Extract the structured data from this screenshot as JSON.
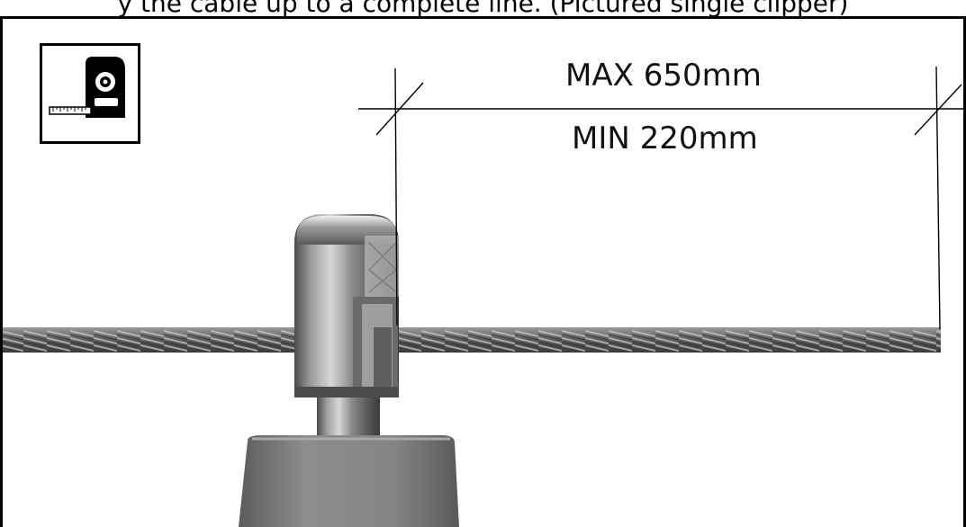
{
  "caption": "y the cable up to a complete line. (Pictured single clipper)",
  "dimension": {
    "max_label": "MAX 650mm",
    "min_label": "MIN 220mm"
  },
  "icons": {
    "measure": "tape-measure-icon"
  },
  "colors": {
    "line": "#000000",
    "cable": "#6e6e6e",
    "fitting": "#7d7d7d"
  }
}
